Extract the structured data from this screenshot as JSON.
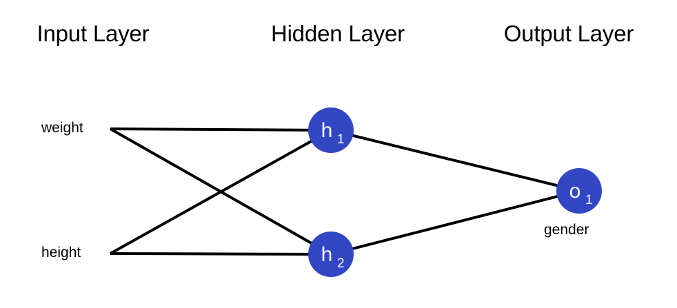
{
  "diagram": {
    "type": "neural-network",
    "titles": {
      "input": "Input Layer",
      "hidden": "Hidden Layer",
      "output": "Output Layer"
    },
    "colors": {
      "node_fill": "#3346c4",
      "node_text": "#ffffff",
      "edge": "#000000",
      "title_text": "#000000",
      "background": "#ffffff"
    },
    "input_nodes": [
      {
        "id": "weight",
        "label": "weight"
      },
      {
        "id": "height",
        "label": "height"
      }
    ],
    "hidden_nodes": [
      {
        "id": "h1",
        "label": "h",
        "subscript": "1"
      },
      {
        "id": "h2",
        "label": "h",
        "subscript": "2"
      }
    ],
    "output_nodes": [
      {
        "id": "o1",
        "label": "o",
        "subscript": "1",
        "caption": "gender"
      }
    ],
    "edges": [
      {
        "from": "weight",
        "to": "h1"
      },
      {
        "from": "weight",
        "to": "h2"
      },
      {
        "from": "height",
        "to": "h1"
      },
      {
        "from": "height",
        "to": "h2"
      },
      {
        "from": "h1",
        "to": "o1"
      },
      {
        "from": "h2",
        "to": "o1"
      }
    ]
  }
}
